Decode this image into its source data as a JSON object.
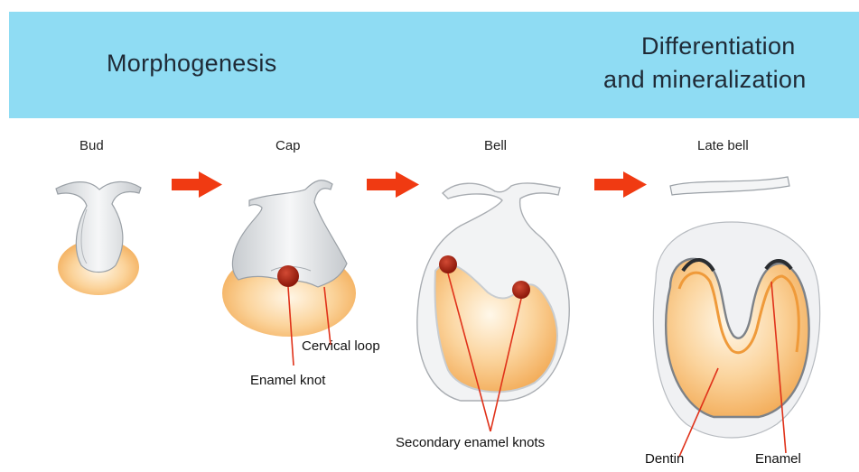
{
  "banner": {
    "left_title": "Morphogenesis",
    "right_title_line1": "Differentiation",
    "right_title_line2": "and mineralization"
  },
  "stages": [
    "Bud",
    "Cap",
    "Bell",
    "Late bell"
  ],
  "callouts": {
    "cervical_loop": "Cervical loop",
    "enamel_knot": "Enamel knot",
    "secondary_knots": "Secondary enamel knots",
    "dentin": "Dentin",
    "enamel": "Enamel"
  },
  "colors": {
    "banner": "#8fdcf3",
    "arrow": "#f03a12",
    "knot": "#a31e0e",
    "mesenchyme": "#f6b562",
    "epithelium": "#d9dcdf",
    "leader_line": "#e0321a"
  }
}
